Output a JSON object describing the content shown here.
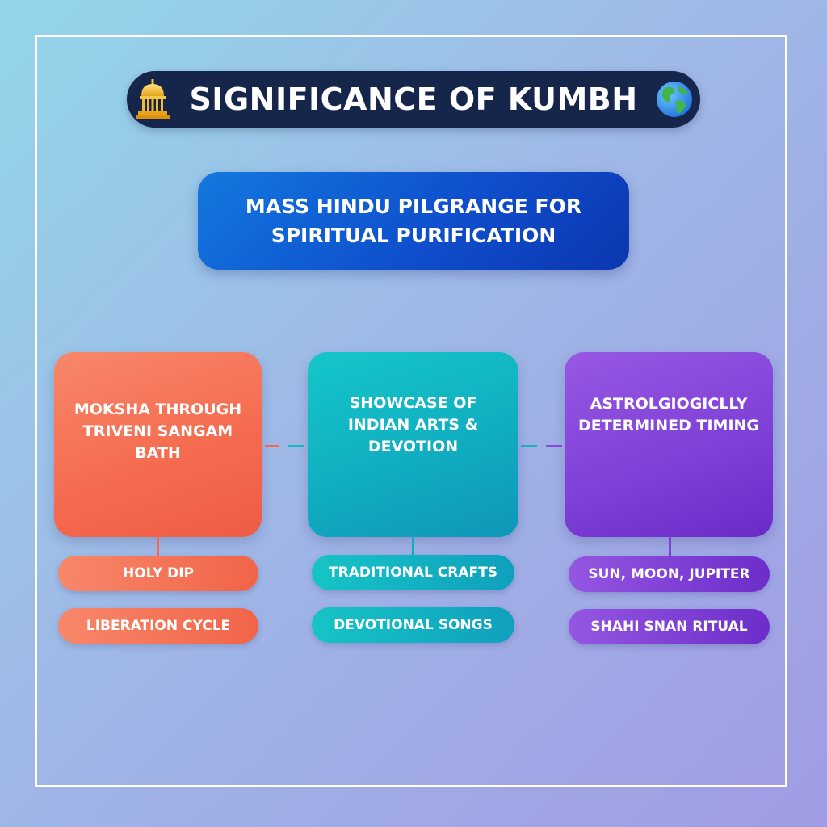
{
  "title": {
    "text": "SIGNIFICANCE OF KUMBH",
    "left_icon": "temple-icon",
    "right_icon": "globe-icon"
  },
  "main": {
    "text": "MASS HINDU PILGRANGE FOR SPIRITUAL PURIFICATION"
  },
  "columns": [
    {
      "title": "MOKSHA THROUGH TRIVENI SANGAM BATH",
      "items": [
        "HOLY DIP",
        "LIBERATION CYCLE"
      ]
    },
    {
      "title": "SHOWCASE OF INDIAN ARTS & DEVOTION",
      "items": [
        "TRADITIONAL CRAFTS",
        "DEVOTIONAL SONGS"
      ]
    },
    {
      "title": "ASTROLGIOGICLLY DETERMINED TIMING",
      "items": [
        "SUN, MOON, JUPITER",
        "SHAHI SNAN RITUAL"
      ]
    }
  ],
  "colors": {
    "title_bg": "#16254a",
    "main_box": "#0f4fcd",
    "orange": "#f56a4e",
    "teal": "#10abc0",
    "purple": "#7d3fd6",
    "frame": "#ffffff"
  }
}
